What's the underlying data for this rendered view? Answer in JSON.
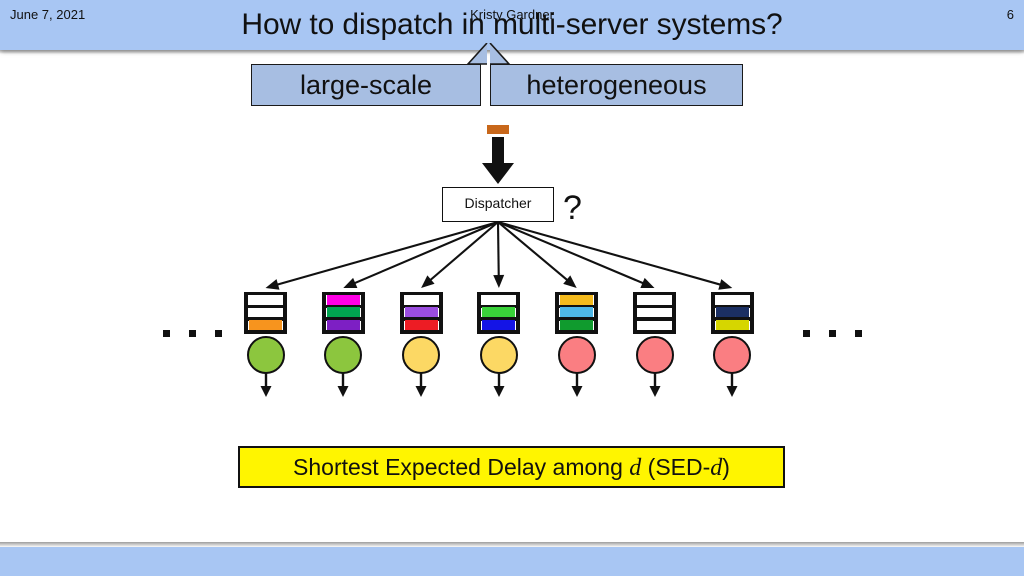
{
  "slide": {
    "title": "How to dispatch in multi-server systems?",
    "callouts": [
      {
        "id": "large-scale",
        "label": "large-scale"
      },
      {
        "id": "heterogeneous",
        "label": "heterogeneous"
      }
    ],
    "dispatcher": {
      "label": "Dispatcher",
      "question": "?"
    },
    "ellipsis_left": "...",
    "ellipsis_right": "...",
    "conclusion": {
      "prefix": "Shortest Expected Delay among ",
      "var1": "d",
      "middle": " (SED-",
      "var2": "d",
      "suffix": ")"
    }
  },
  "footer": {
    "date": "June 7, 2021",
    "author": "Kristy Gardner",
    "page": "6"
  },
  "colors": {
    "header_bar": "#A8C6F3",
    "callout_fill": "#A7BEE2",
    "highlight_box": "#FFF500",
    "incoming_job": "#C8671A",
    "server_fast": "#8CC63E",
    "server_medium": "#FCD864",
    "server_slow": "#FA7E82",
    "outline": "#111111"
  },
  "system": {
    "num_queues": 7,
    "queue_capacity_slots": 3,
    "queues": [
      {
        "index": 0,
        "server_color": "#8CC63E",
        "server_class": "fast",
        "jobs": [
          {
            "slot": 2,
            "color": "#F7941E"
          }
        ]
      },
      {
        "index": 1,
        "server_color": "#8CC63E",
        "server_class": "fast",
        "jobs": [
          {
            "slot": 0,
            "color": "#FF00E6"
          },
          {
            "slot": 1,
            "color": "#00A550"
          },
          {
            "slot": 2,
            "color": "#7D1FC4"
          }
        ]
      },
      {
        "index": 2,
        "server_color": "#FCD864",
        "server_class": "medium",
        "jobs": [
          {
            "slot": 1,
            "color": "#9B4DE0"
          },
          {
            "slot": 2,
            "color": "#ED1C24"
          }
        ]
      },
      {
        "index": 3,
        "server_color": "#FCD864",
        "server_class": "medium",
        "jobs": [
          {
            "slot": 1,
            "color": "#39D239"
          },
          {
            "slot": 2,
            "color": "#1414E6"
          }
        ]
      },
      {
        "index": 4,
        "server_color": "#FA7E82",
        "server_class": "slow",
        "jobs": [
          {
            "slot": 0,
            "color": "#F5BB1D"
          },
          {
            "slot": 1,
            "color": "#4EB8E8"
          },
          {
            "slot": 2,
            "color": "#109B2E"
          }
        ]
      },
      {
        "index": 5,
        "server_color": "#FA7E82",
        "server_class": "slow",
        "jobs": []
      },
      {
        "index": 6,
        "server_color": "#FA7E82",
        "server_class": "slow",
        "jobs": [
          {
            "slot": 1,
            "color": "#1B2F63"
          },
          {
            "slot": 2,
            "color": "#D6D600"
          }
        ]
      }
    ]
  }
}
